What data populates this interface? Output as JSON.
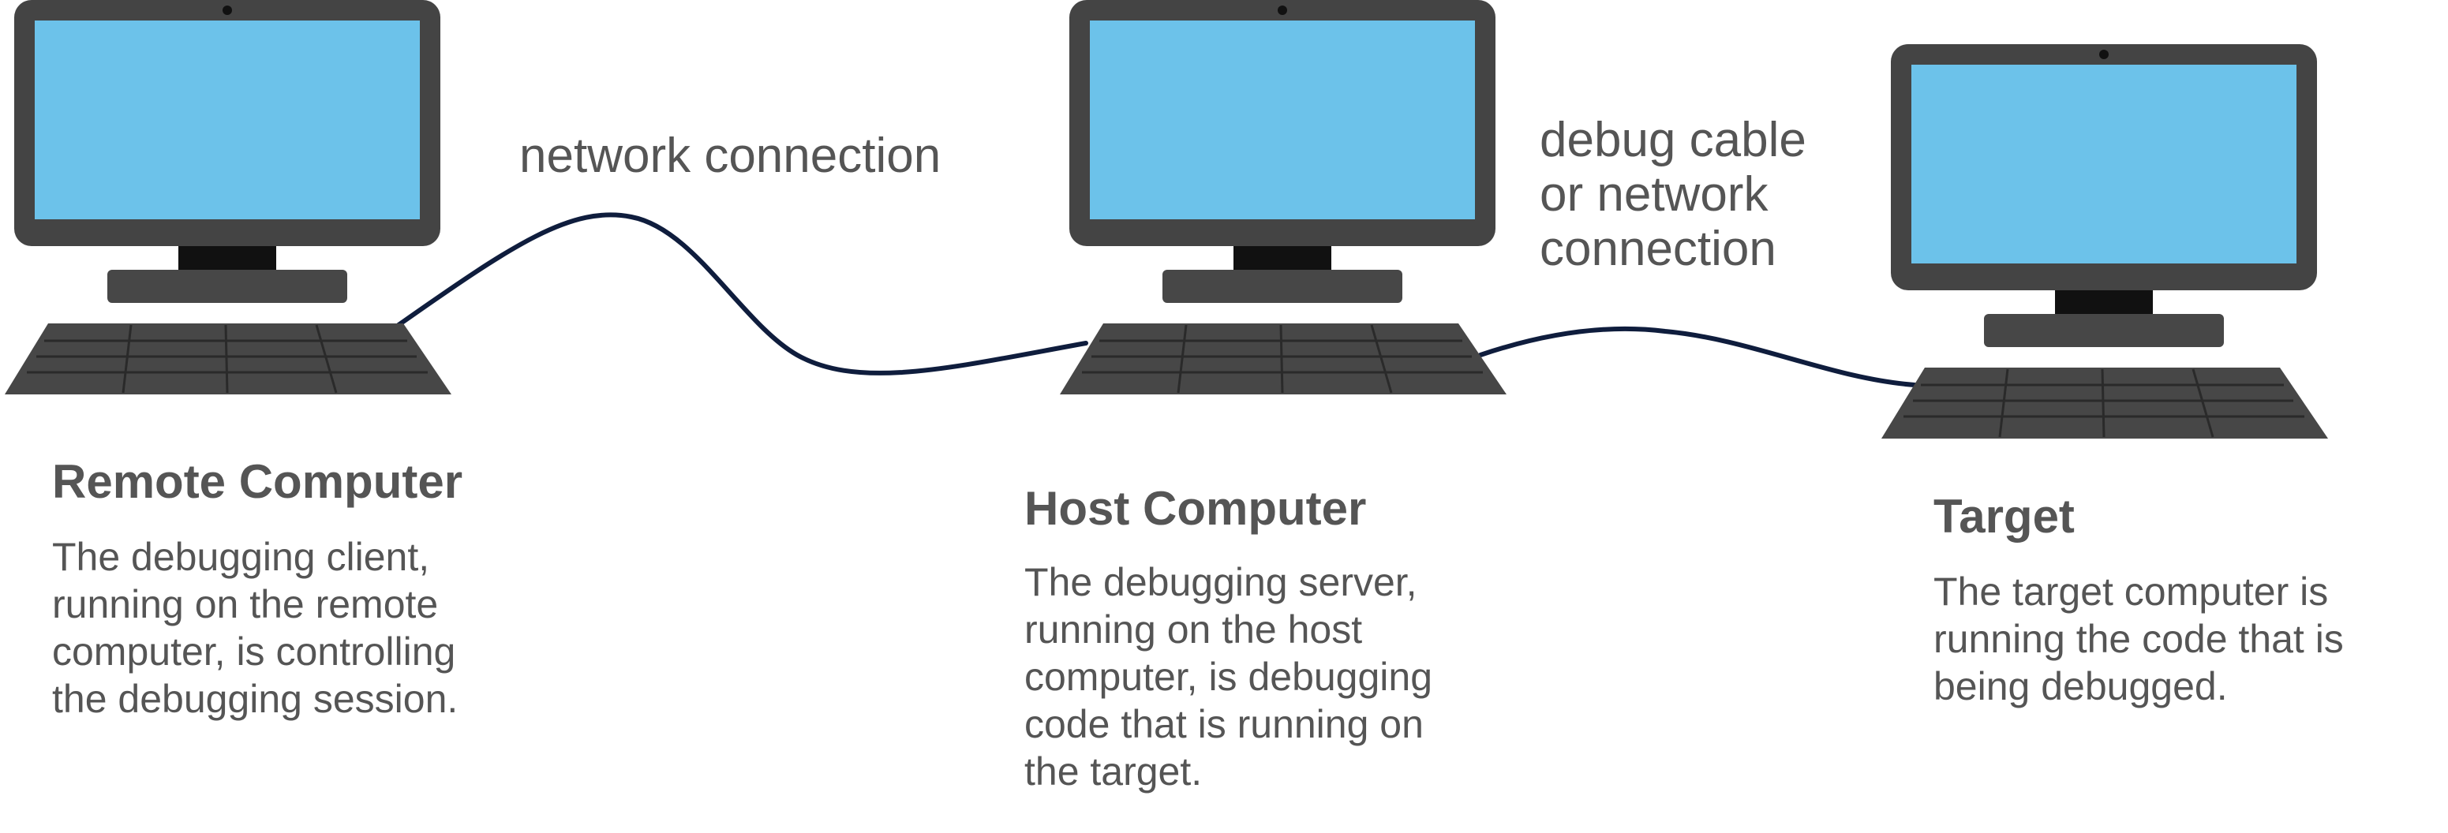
{
  "connections": {
    "network": "network connection",
    "debug": "debug cable\nor network\nconnection"
  },
  "nodes": [
    {
      "title": "Remote Computer",
      "description": "The debugging client,\nrunning on the remote\ncomputer, is controlling\nthe debugging session."
    },
    {
      "title": "Host Computer",
      "description": "The debugging server,\nrunning on the host\ncomputer, is debugging\ncode that is running on\nthe target."
    },
    {
      "title": "Target",
      "description": "The target computer is\nrunning the code that is\nbeing debugged."
    }
  ],
  "colors": {
    "screen": "#6cc2ea",
    "bezel": "#444444",
    "stand": "#111111",
    "keyboard": "#474747",
    "key_lines": "#2a2a2a",
    "cable": "#0f1d3d",
    "text": "#555555"
  }
}
